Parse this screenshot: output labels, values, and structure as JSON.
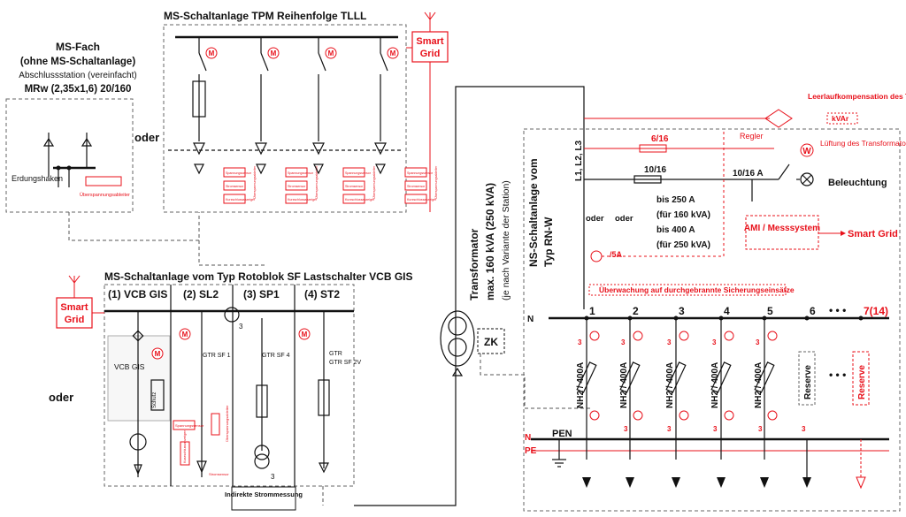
{
  "mv_box": {
    "title": "MS-Fach",
    "subtitle": "(ohne MS-Schaltanlage)",
    "note": "Abschlussstation (vereinfacht)",
    "model": "MRw (2,35x1,6) 20/160",
    "earthing": "Erdungshaken",
    "surge": "Überspannungsableiter"
  },
  "tpm": {
    "title": "MS-Schaltanlage TPM Reihenfolge TLLL",
    "motor": "M",
    "label_voltage": "Spannungs­sensor",
    "label_current": "Stromsensor",
    "label_short": "Kurzschluss­anzeiger",
    "label_surge": "Überspannungsableiter"
  },
  "smart_grid_top": {
    "line1": "Smart",
    "line2": "Grid"
  },
  "smart_grid_left": {
    "line1": "Smart",
    "line2": "Grid"
  },
  "oder_labels": [
    "oder",
    "oder"
  ],
  "rotoblok": {
    "title": "MS-Schaltanlage vom Typ Rotoblok SF Lastschalter VCB GIS",
    "columns": [
      "(1) VCB GIS",
      "(2) SL2",
      "(3) SP1",
      "(4) ST2"
    ],
    "vcb_label": "VCB GIS",
    "schutz": "Schutz",
    "gtr1": "GTR SF 1",
    "gtr4": "GTR SF 4",
    "gtr2v": "GTR SF 2V",
    "motor": "M",
    "indirect": "Indirekte Strommessung",
    "voltage_sensor": "Spannungs­sensor",
    "short_ind": "Kurzschluss­anzeiger",
    "current_sensor": "Stromsensor",
    "surge": "Überspannungsableiter"
  },
  "transformer": {
    "line1": "Transformator",
    "line2": "max. 160 kVA (250 kVA)",
    "line3": "(je nach Variante der Station)",
    "zk": "ZK",
    "n": "N"
  },
  "ns": {
    "title_line1": "NS-Schaltanlage vom",
    "title_line2": "Typ RN-W",
    "phases": "L1, L2, L3",
    "fuse_label": "10/16",
    "fuse_label2": "10/16 A",
    "fuse_6_16": "6/16",
    "ct": "/5A",
    "oder1": "oder",
    "oder2": "oder",
    "rating": [
      "bis 250 A",
      "(für 160 kVA)",
      "bis 400 A",
      "(für 250 kVA)"
    ],
    "beleuchtung": "Beleuchtung",
    "regler": "Regler",
    "luftung": "Lüftung des Transformatorraums",
    "idle": "Leerlaufkompensation des Transformators kVAr",
    "kvar": "kVAr",
    "ami": "AMI / Messsystem",
    "smart_grid": "Smart Grid",
    "monitor": "Überwachung auf durchgebrannte Sicherungseinsätze",
    "pen": "PEN",
    "n": "N",
    "pe": "PE",
    "three": "3",
    "outlets": [
      {
        "num": "1",
        "label": "NH2 / 400A"
      },
      {
        "num": "2",
        "label": "NH2 / 400A"
      },
      {
        "num": "3",
        "label": "NH2 / 400A"
      },
      {
        "num": "4",
        "label": "NH2 / 400A"
      },
      {
        "num": "5",
        "label": "NH2 / 400A"
      },
      {
        "num": "6",
        "label": "Reserve"
      },
      {
        "num": "7(14)",
        "label": "Reserve"
      }
    ],
    "dots": "• • •"
  },
  "colors": {
    "accent": "#e8101a",
    "line": "#111111",
    "dashed": "#666666"
  }
}
